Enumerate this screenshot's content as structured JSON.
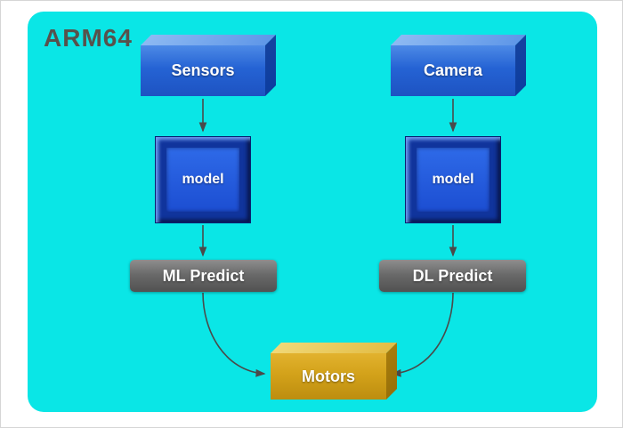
{
  "diagram": {
    "platform_label": "ARM64",
    "nodes": {
      "sensors": {
        "label": "Sensors",
        "shape": "3d-box",
        "color": "blue"
      },
      "camera": {
        "label": "Camera",
        "shape": "3d-box",
        "color": "blue"
      },
      "ml_model": {
        "label": "model",
        "shape": "beveled-square",
        "color": "blue"
      },
      "dl_model": {
        "label": "model",
        "shape": "beveled-square",
        "color": "blue"
      },
      "ml_predict": {
        "label": "ML Predict",
        "shape": "bar",
        "color": "gray"
      },
      "dl_predict": {
        "label": "DL Predict",
        "shape": "bar",
        "color": "gray"
      },
      "motors": {
        "label": "Motors",
        "shape": "3d-box",
        "color": "gold"
      }
    },
    "edges": [
      {
        "from": "sensors",
        "to": "ml_model"
      },
      {
        "from": "ml_model",
        "to": "ml_predict"
      },
      {
        "from": "camera",
        "to": "dl_model"
      },
      {
        "from": "dl_model",
        "to": "dl_predict"
      },
      {
        "from": "ml_predict",
        "to": "motors"
      },
      {
        "from": "dl_predict",
        "to": "motors"
      }
    ],
    "colors": {
      "page_background": "#ffffff",
      "board_background": "#0ae6e6",
      "blue_box": "#2563d4",
      "blue_dark": "#0d3da0",
      "predict_gray": "#636363",
      "motors_gold": "#d3a21a",
      "arrow": "#4a4a4a",
      "node_text": "#ffffff",
      "platform_text": "#57524c"
    }
  }
}
